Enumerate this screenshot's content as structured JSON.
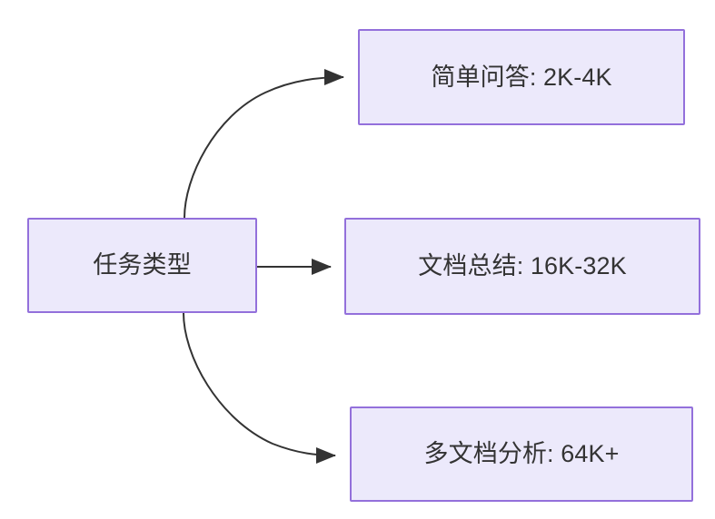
{
  "diagram": {
    "type": "flowchart",
    "direction": "left-to-right",
    "background_color": "#ffffff",
    "node_fill_color": "#ece9fb",
    "node_border_color": "#9370db",
    "node_text_color": "#333333",
    "edge_color": "#333333",
    "root": {
      "id": "root",
      "label": "任务类型"
    },
    "branches": [
      {
        "id": "simple-qa",
        "label": "简单问答: 2K-4K",
        "task": "简单问答",
        "context_length": "2K-4K",
        "edge": {
          "from": "root",
          "to": "simple-qa",
          "style": "curved",
          "arrowhead": "filled-triangle"
        }
      },
      {
        "id": "doc-summary",
        "label": "文档总结: 16K-32K",
        "task": "文档总结",
        "context_length": "16K-32K",
        "edge": {
          "from": "root",
          "to": "doc-summary",
          "style": "straight",
          "arrowhead": "filled-triangle"
        }
      },
      {
        "id": "multi-doc",
        "label": "多文档分析: 64K+",
        "task": "多文档分析",
        "context_length": "64K+",
        "edge": {
          "from": "root",
          "to": "multi-doc",
          "style": "curved",
          "arrowhead": "filled-triangle"
        }
      }
    ]
  }
}
